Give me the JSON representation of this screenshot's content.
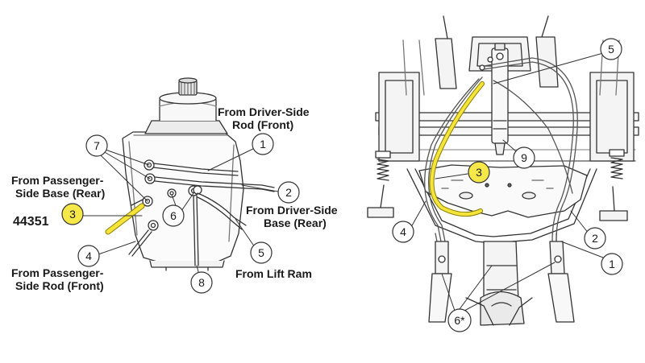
{
  "part_number": "44351",
  "labels": {
    "driver_rod": [
      "From Driver-Side",
      "Rod (Front)"
    ],
    "passenger_base": [
      "From Passenger-",
      "Side Base (Rear)"
    ],
    "driver_base": [
      "From Driver-Side",
      "Base (Rear)"
    ],
    "lift_ram": "From Lift Ram",
    "passenger_rod": [
      "From Passenger-",
      "Side Rod (Front)"
    ]
  },
  "callouts": {
    "left": {
      "c1": "1",
      "c2": "2",
      "c3": "3",
      "c4": "4",
      "c5": "5",
      "c6": "6",
      "c7": "7",
      "c8": "8"
    },
    "right": {
      "c1": "1",
      "c2": "2",
      "c3": "3",
      "c4": "4",
      "c5": "5",
      "c6": "6*",
      "c9": "9"
    }
  },
  "colors": {
    "ink": "#1a1a1a",
    "line": "#333333",
    "highlight_hose": "#f5e43a",
    "highlight_callout": "#f7e84a",
    "frame_fill": "#f4f4f4"
  }
}
